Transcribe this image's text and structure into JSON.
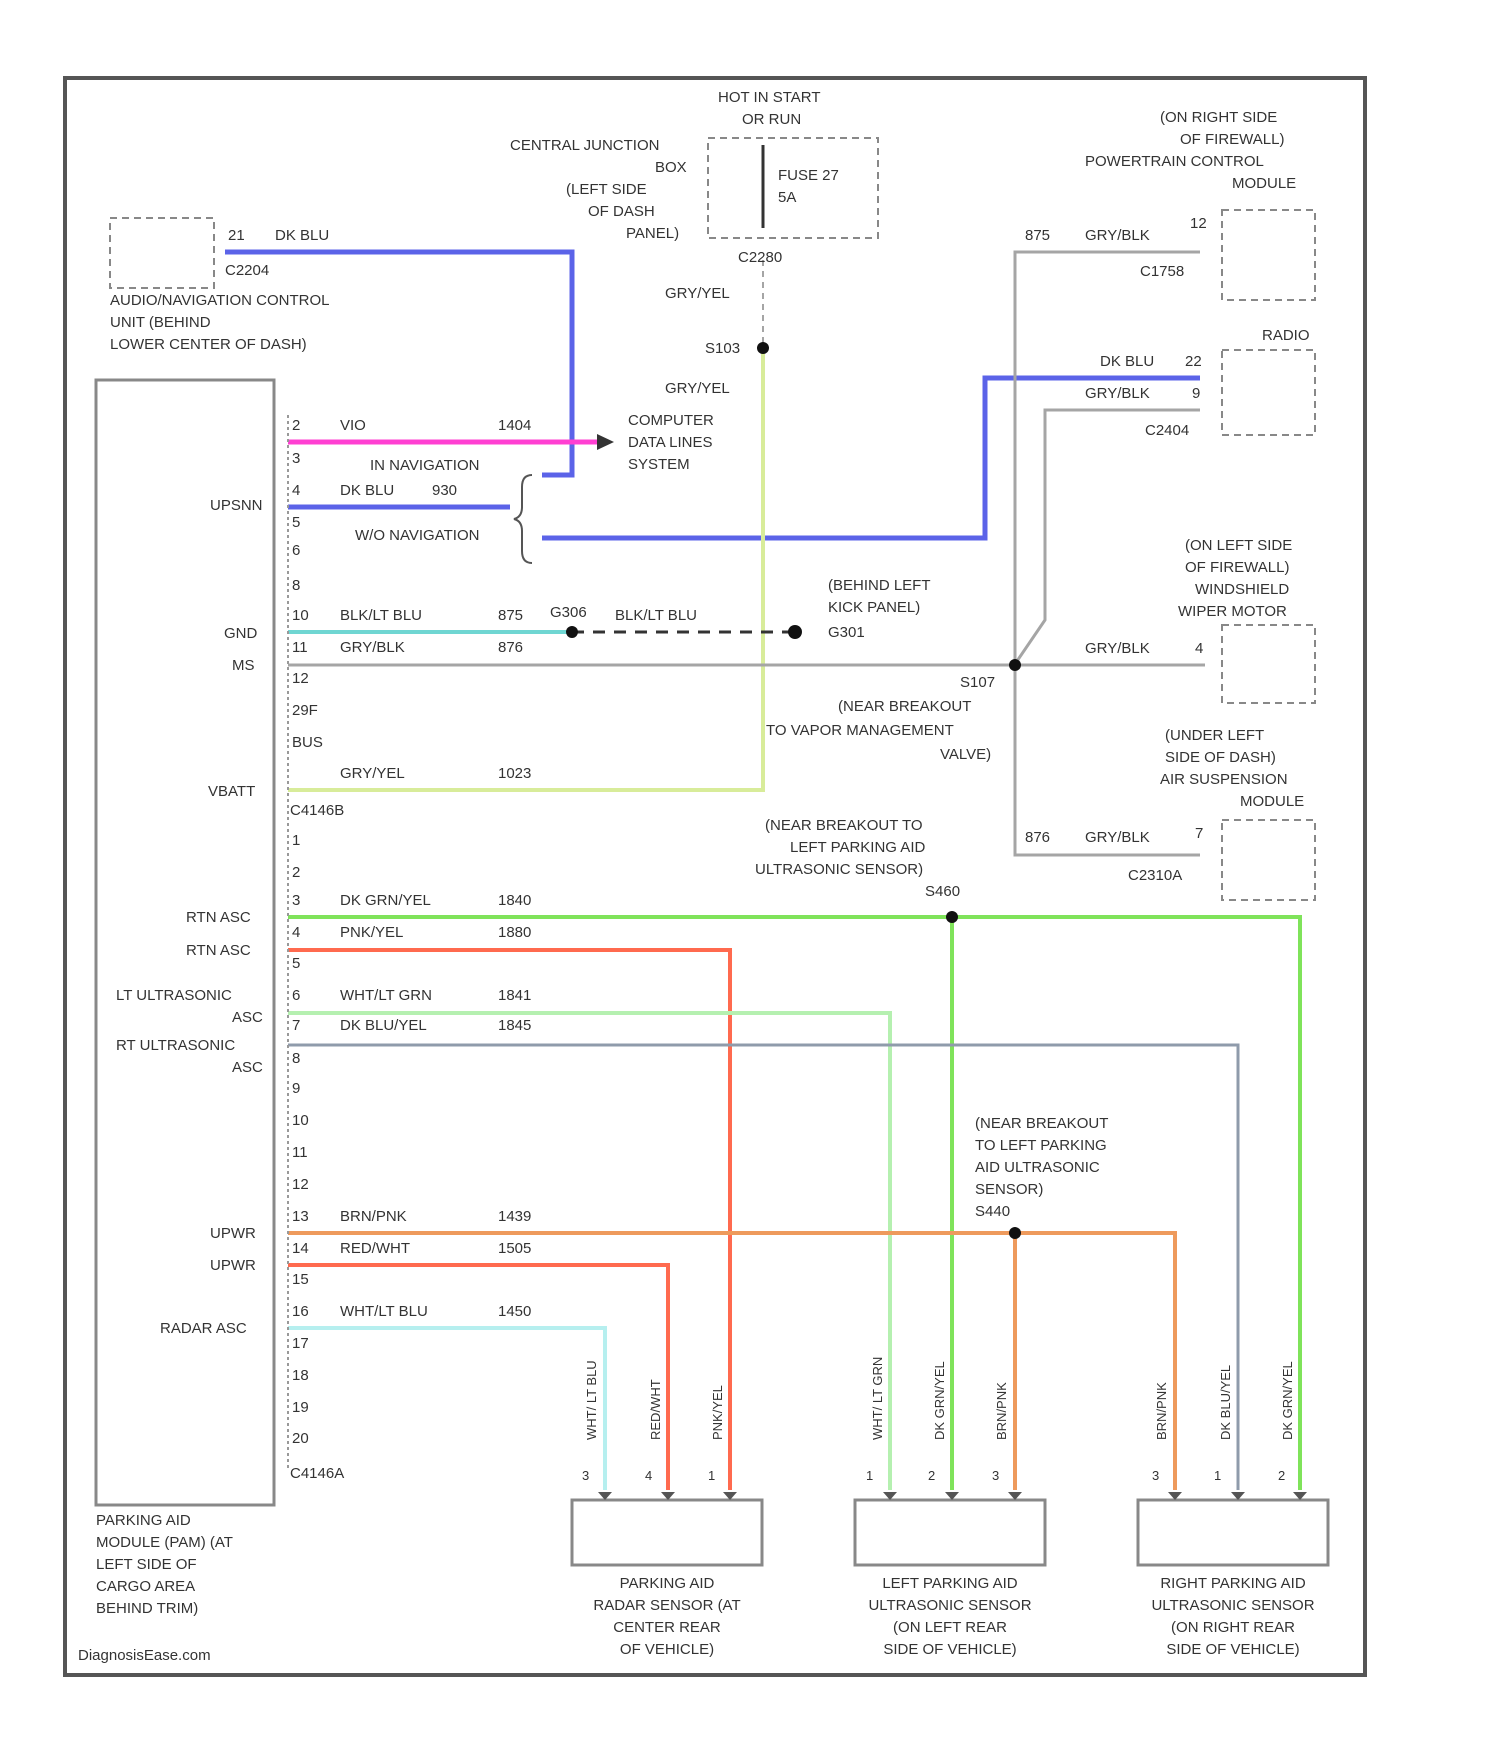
{
  "hot_label": [
    "HOT IN START",
    "OR RUN"
  ],
  "cjb_label": [
    "CENTRAL JUNCTION",
    "BOX",
    "(LEFT SIDE",
    "OF DASH",
    "PANEL)"
  ],
  "fuse_label": [
    "FUSE 27",
    "5A"
  ],
  "cjb_connector": "C2280",
  "wire_fuse_out": "GRY/YEL",
  "splice_1": "S103",
  "wire_fuse_out2": "GRY/YEL",
  "nav_module": {
    "label": [
      "AUDIO/NAVIGATION CONTROL",
      "UNIT (BEHIND",
      "LOWER CENTER OF DASH)"
    ],
    "pin": "21",
    "wire": "DK BLU",
    "connector": "C2204"
  },
  "pcm": {
    "label": [
      "(ON RIGHT SIDE",
      "OF FIREWALL)",
      "POWERTRAIN CONTROL",
      "MODULE"
    ],
    "circuit": "875",
    "wire": "GRY/BLK",
    "pin": "12",
    "connector": "C1758"
  },
  "radio": {
    "label": "RADIO",
    "wire_nav": "DK BLU",
    "pin_nav": "22",
    "wire_data": "GRY/BLK",
    "pin_data": "9",
    "connector": "C2404"
  },
  "cds_label": [
    "COMPUTER",
    "DATA LINES",
    "SYSTEM"
  ],
  "module_label": [
    "PARKING AID",
    "MODULE (PAM) (AT",
    "LEFT SIDE OF",
    "CARGO AREA",
    "BEHIND TRIM)"
  ],
  "pam_pins": {
    "vio_pin": "2",
    "vio_wire": "VIO",
    "vio_circuit": "1404",
    "nav_label": "UPSNN",
    "pin_3": "3",
    "pin_4": "4",
    "nav_wire": "DK BLU",
    "nav_circuit": "930",
    "pin_5": "5",
    "pin_6": "6",
    "nav_in_label": "IN NAVIGATION",
    "nav_out_label": "W/O NAVIGATION",
    "pin_8": "8",
    "pin_10": "10",
    "gnd_label": "GND",
    "gnd_wire": "BLK/LT BLU",
    "gnd_circuit": "875",
    "ms_label": "MS",
    "pin_11": "11",
    "ms_wire": "GRY/BLK",
    "ms_circuit": "876",
    "pin_12": "12",
    "pin_aux1": "29F",
    "pin_aux2": "BUS",
    "vbatt_label": "VBATT",
    "vbatt_wire": "GRY/YEL",
    "vbatt_circuit": "1023",
    "connector_1": "C4146B"
  },
  "ground": {
    "splice": "G306",
    "wire": "BLK/LT BLU",
    "label": [
      "(BEHIND LEFT",
      "KICK PANEL)",
      "G301"
    ]
  },
  "splice_s107": {
    "label": [
      "S107",
      "(NEAR BREAKOUT",
      "TO VAPOR MANAGEMENT",
      "VALVE)"
    ]
  },
  "wiper": {
    "label": [
      "(ON LEFT SIDE",
      "OF FIREWALL)",
      "WINDSHIELD",
      "WIPER MOTOR"
    ],
    "wire": "GRY/BLK",
    "pin": "4"
  },
  "air_susp": {
    "label": [
      "(UNDER LEFT",
      "SIDE OF DASH)",
      "AIR SUSPENSION",
      "MODULE"
    ],
    "circuit": "876",
    "wire": "GRY/BLK",
    "pin": "7",
    "connector": "C2310A"
  },
  "splice_s460": {
    "label": [
      "(NEAR BREAKOUT TO",
      "LEFT PARKING AID",
      "ULTRASONIC SENSOR)",
      "S460"
    ]
  },
  "splice_s440": {
    "label": [
      "(NEAR BREAKOUT",
      "TO LEFT PARKING",
      "AID ULTRASONIC",
      "SENSOR)",
      "S440"
    ]
  },
  "lower_pins": {
    "p1": "1",
    "p2": "2",
    "p3": "3",
    "p4": "4",
    "p5": "5",
    "p6": "6",
    "p7": "7",
    "p8": "8",
    "p9": "9",
    "p10": "10",
    "p11": "11",
    "p12": "12",
    "p13": "13",
    "p14": "14",
    "p15": "15",
    "p16": "16",
    "p17": "17",
    "p18": "18",
    "p19": "19",
    "p20": "20",
    "rtn1_label": "RTN ASC",
    "rtn1_wire": "DK GRN/YEL",
    "rtn1_circuit": "1840",
    "rtn2_label": "RTN ASC",
    "rtn2_wire": "PNK/YEL",
    "rtn2_circuit": "1880",
    "lt_label": [
      "LT ULTRASONIC",
      "ASC"
    ],
    "lt_wire": "WHT/LT GRN",
    "lt_circuit": "1841",
    "rt_label": [
      "RT ULTRASONIC",
      "ASC"
    ],
    "rt_wire": "DK BLU/YEL",
    "rt_circuit": "1845",
    "upwr1_label": "UPWR",
    "upwr1_wire": "BRN/PNK",
    "upwr1_circuit": "1439",
    "upwr2_label": "UPWR",
    "upwr2_wire": "RED/WHT",
    "upwr2_circuit": "1505",
    "radar_label": "RADAR ASC",
    "radar_wire": "WHT/LT BLU",
    "radar_circuit": "1450",
    "connector_2": "C4146A"
  },
  "sensors": [
    {
      "label": [
        "PARKING AID",
        "RADAR SENSOR (AT",
        "CENTER REAR",
        "OF VEHICLE)"
      ],
      "wires": [
        "WHT/ LT BLU",
        "RED/WHT",
        "PNK/YEL"
      ],
      "pins": [
        "3",
        "4",
        "1"
      ]
    },
    {
      "label": [
        "LEFT PARKING AID",
        "ULTRASONIC SENSOR",
        "(ON LEFT REAR",
        "SIDE OF VEHICLE)"
      ],
      "wires": [
        "WHT/ LT GRN",
        "DK GRN/YEL",
        "BRN/PNK"
      ],
      "pins": [
        "1",
        "2",
        "3"
      ]
    },
    {
      "label": [
        "RIGHT PARKING AID",
        "ULTRASONIC SENSOR",
        "(ON RIGHT REAR",
        "SIDE OF VEHICLE)"
      ],
      "wires": [
        "BRN/PNK",
        "DK BLU/YEL",
        "DK GRN/YEL"
      ],
      "pins": [
        "3",
        "1",
        "2"
      ]
    }
  ],
  "watermark": "DiagnosisEase.com",
  "colors": {
    "blue": "#5b63e8",
    "pink": "#ff3fd2",
    "yellow": "#d8ec9a",
    "teal": "#6fd6d2",
    "gray": "#a5a5a5",
    "green": "#7fe35a",
    "red": "#ff6a4f",
    "lightgreen": "#b5f0b0",
    "slate": "#8f9bab",
    "orange": "#ee9a5c",
    "cyan": "#b6efef"
  }
}
